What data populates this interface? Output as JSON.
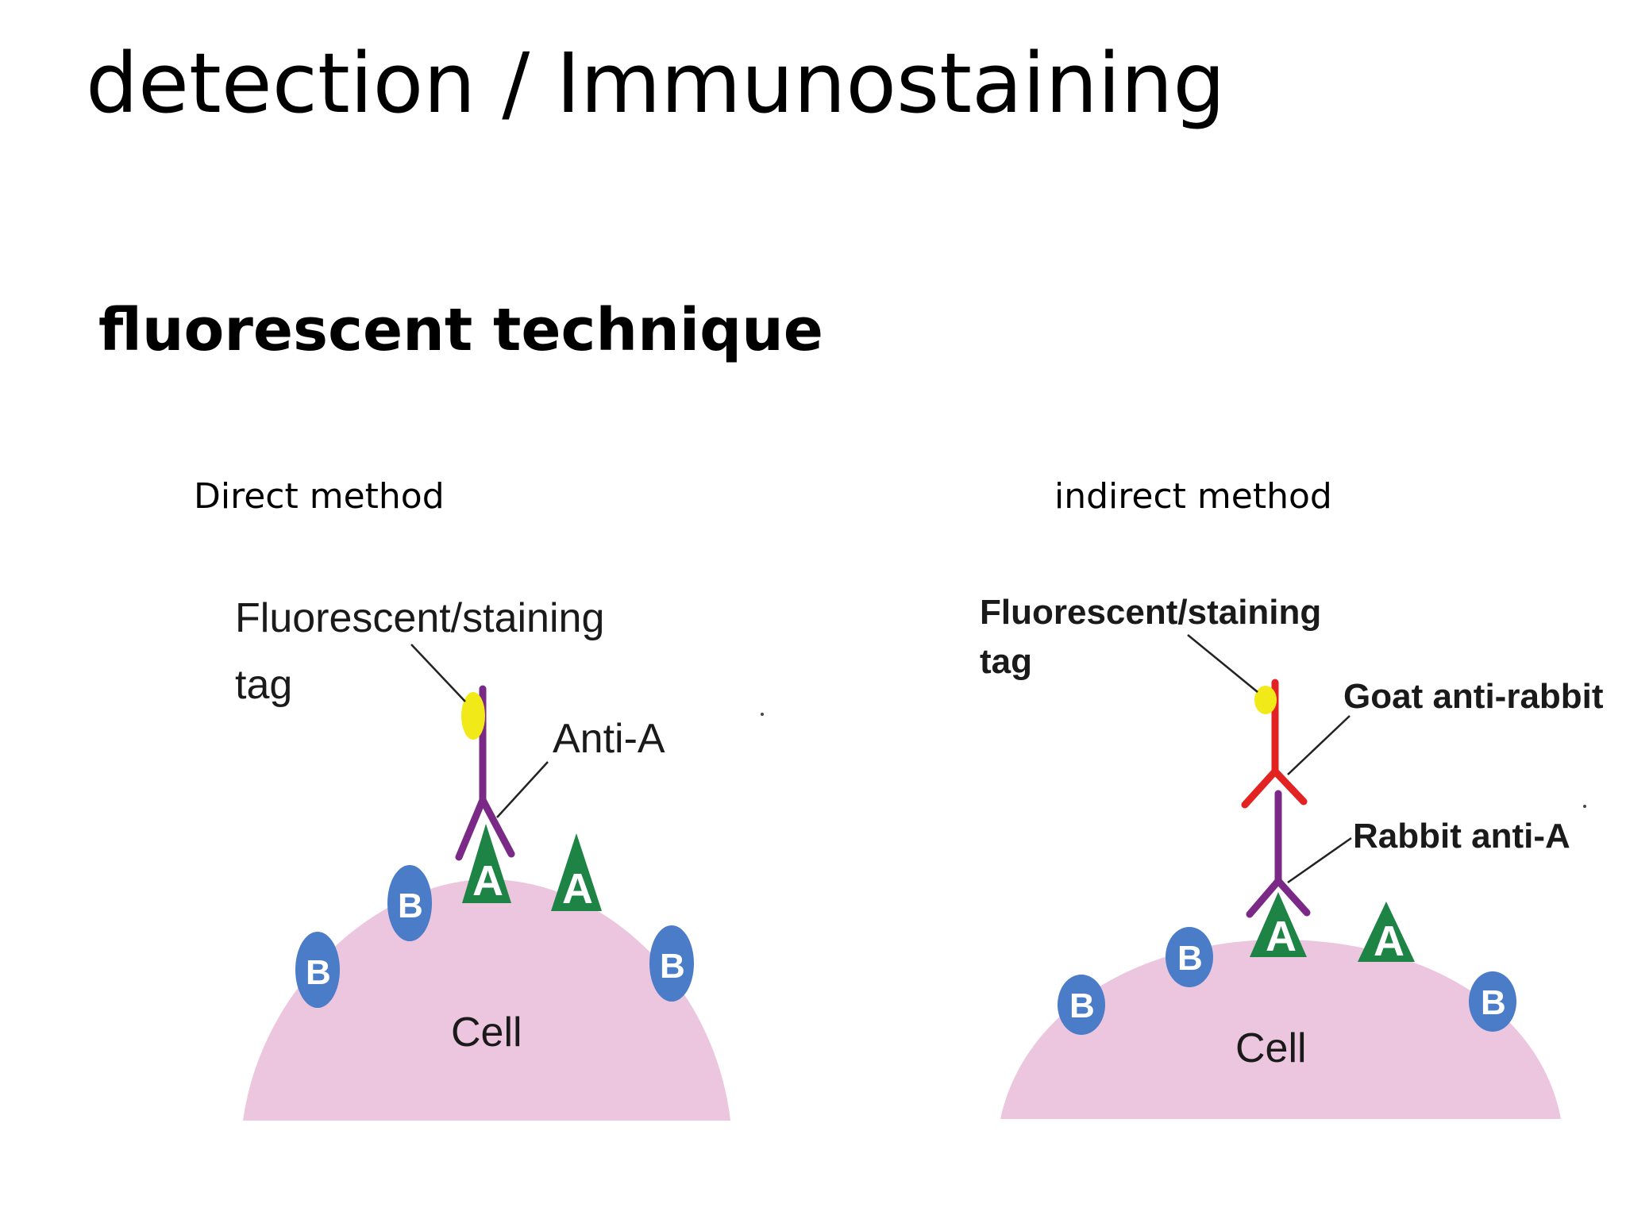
{
  "slide": {
    "title": "detection / Immunostaining",
    "subtitle": "fluorescent technique"
  },
  "direct": {
    "heading": "Direct method",
    "tag_label_line1": "Fluorescent/staining",
    "tag_label_line2": "tag",
    "antibody_label": "Anti-A",
    "cell_label": "Cell",
    "antigen_a": "A",
    "antigen_b": "B"
  },
  "indirect": {
    "heading": "indirect method",
    "tag_label_line1": "Fluorescent/staining",
    "tag_label_line2": "tag",
    "secondary_label": "Goat anti-rabbit",
    "primary_label": "Rabbit anti-A",
    "cell_label": "Cell",
    "antigen_a": "A",
    "antigen_b": "B"
  },
  "colors": {
    "cell": "#ecc6de",
    "antigen_a": "#1e8445",
    "antigen_b": "#4a7cc8",
    "primary_antibody": "#7a2a86",
    "secondary_antibody": "#e32222",
    "tag": "#f2ea18"
  }
}
